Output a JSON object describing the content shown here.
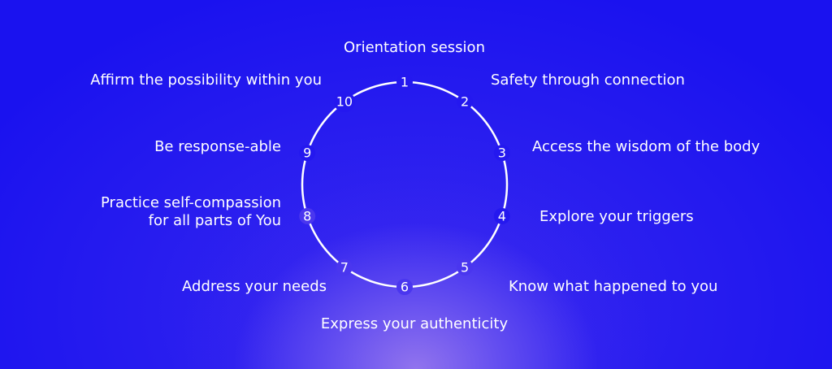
{
  "colors": {
    "background": "#1a12ef",
    "glow": "#9678ee",
    "foreground": "#ffffff"
  },
  "steps": [
    {
      "number": "1",
      "label": "Orientation session"
    },
    {
      "number": "2",
      "label": "Safety through connection"
    },
    {
      "number": "3",
      "label": "Access the wisdom of the body"
    },
    {
      "number": "4",
      "label": "Explore your triggers"
    },
    {
      "number": "5",
      "label": "Know what happened to you"
    },
    {
      "number": "6",
      "label": "Express your authenticity"
    },
    {
      "number": "7",
      "label": "Address your needs"
    },
    {
      "number": "8",
      "label_lines": [
        "Practice self-compassion",
        "for all parts of You"
      ]
    },
    {
      "number": "9",
      "label": "Be response-able"
    },
    {
      "number": "10",
      "label": "Affirm the possibility within you"
    }
  ]
}
